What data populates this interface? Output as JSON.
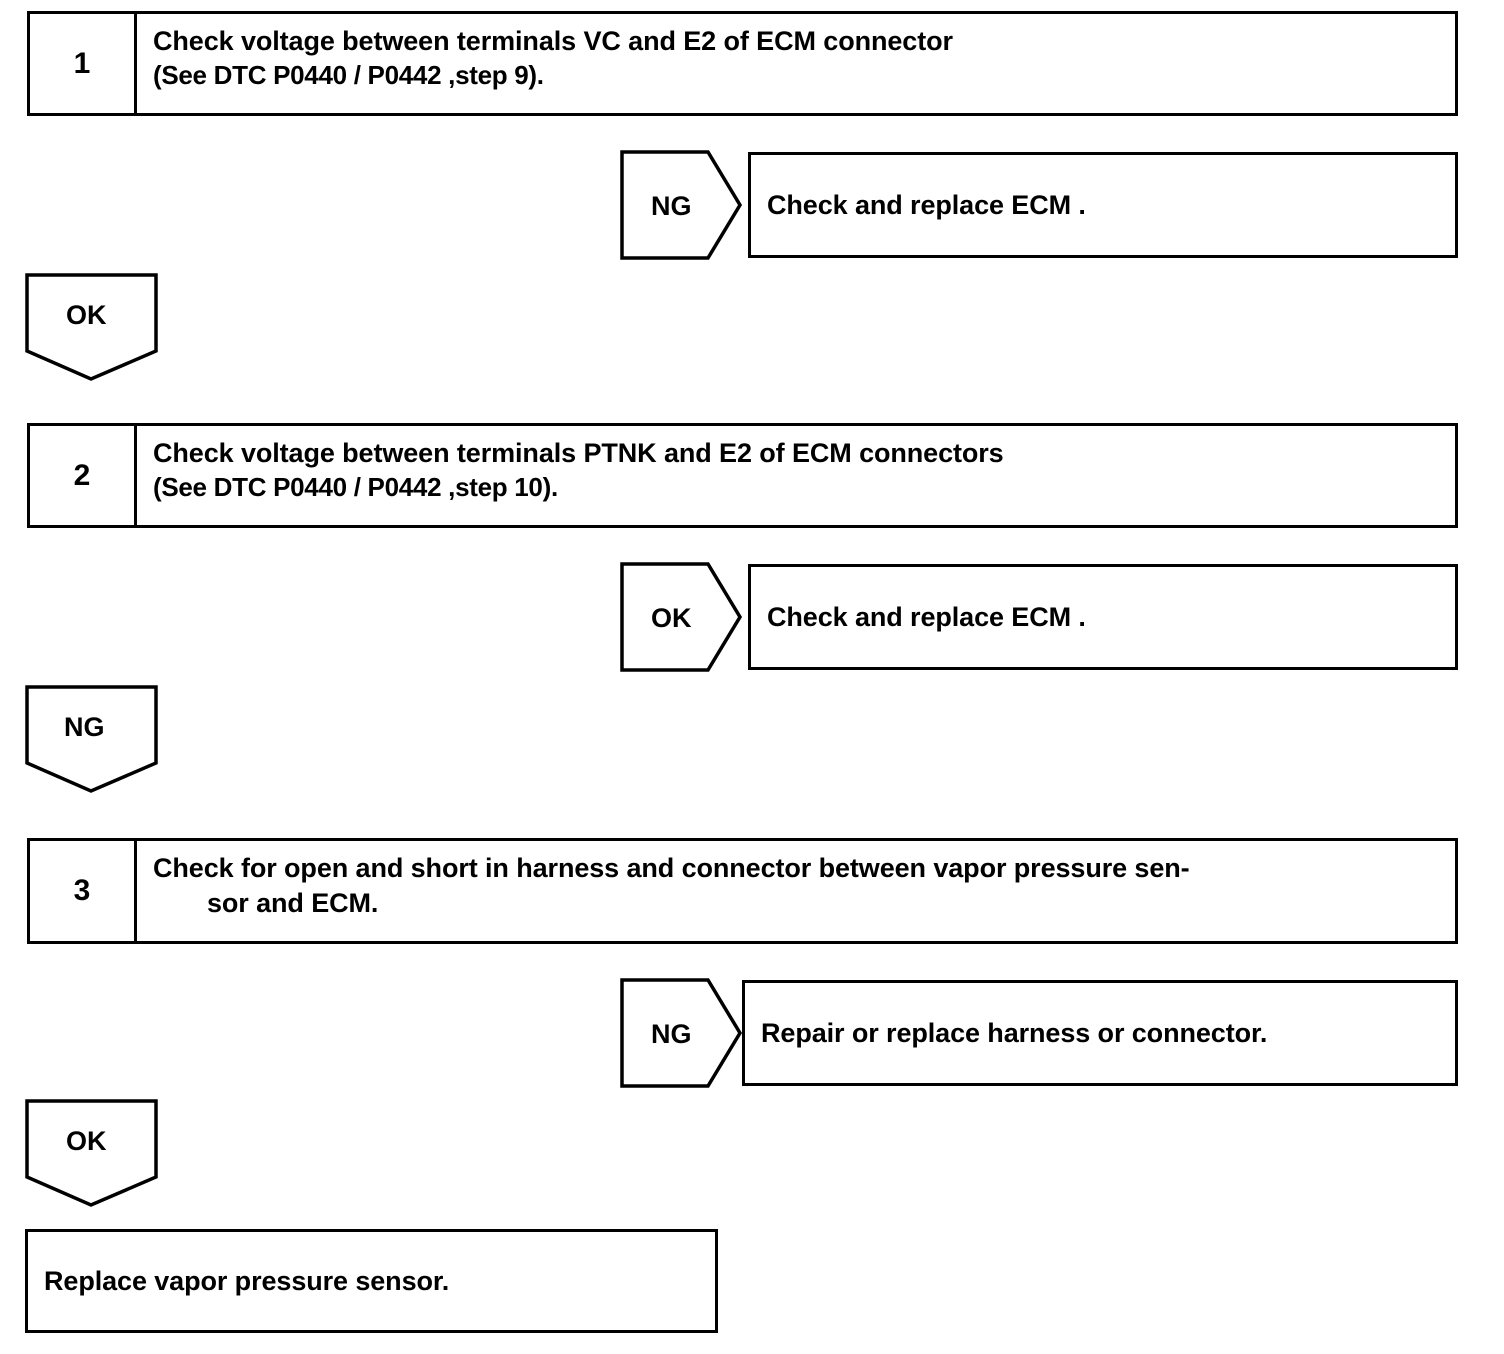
{
  "document": {
    "title": "Vapor Pressure Sensor Circuit Diagnostic Flowchart",
    "type": "troubleshooting-flowchart",
    "line_color": "#000000",
    "background_color": "#ffffff"
  },
  "steps": [
    {
      "number": "1",
      "line1": "Check voltage between terminals VC and E2 of ECM connector",
      "line2": "(See DTC P0440 / P0442 ,step 9).",
      "line2_indent": false
    },
    {
      "number": "2",
      "line1": "Check voltage between terminals PTNK and E2 of ECM connectors",
      "line2": "(See DTC P0440 / P0442 ,step 10).",
      "line2_indent": false
    },
    {
      "number": "3",
      "line1": "Check for open and short in harness and connector between vapor pressure sen-",
      "line2": "sor and ECM.",
      "line2_indent": true
    }
  ],
  "branches": [
    {
      "judgement": "NG",
      "direction": "right",
      "result": "Check and replace ECM ."
    },
    {
      "judgement": "OK",
      "direction": "right",
      "result": "Check and replace ECM ."
    },
    {
      "judgement": "NG",
      "direction": "right",
      "result": "Repair or replace harness or connector."
    }
  ],
  "continuations": [
    {
      "judgement": "OK",
      "direction": "down"
    },
    {
      "judgement": "NG",
      "direction": "down"
    },
    {
      "judgement": "OK",
      "direction": "down"
    }
  ],
  "final": {
    "text": "Replace vapor pressure sensor."
  }
}
